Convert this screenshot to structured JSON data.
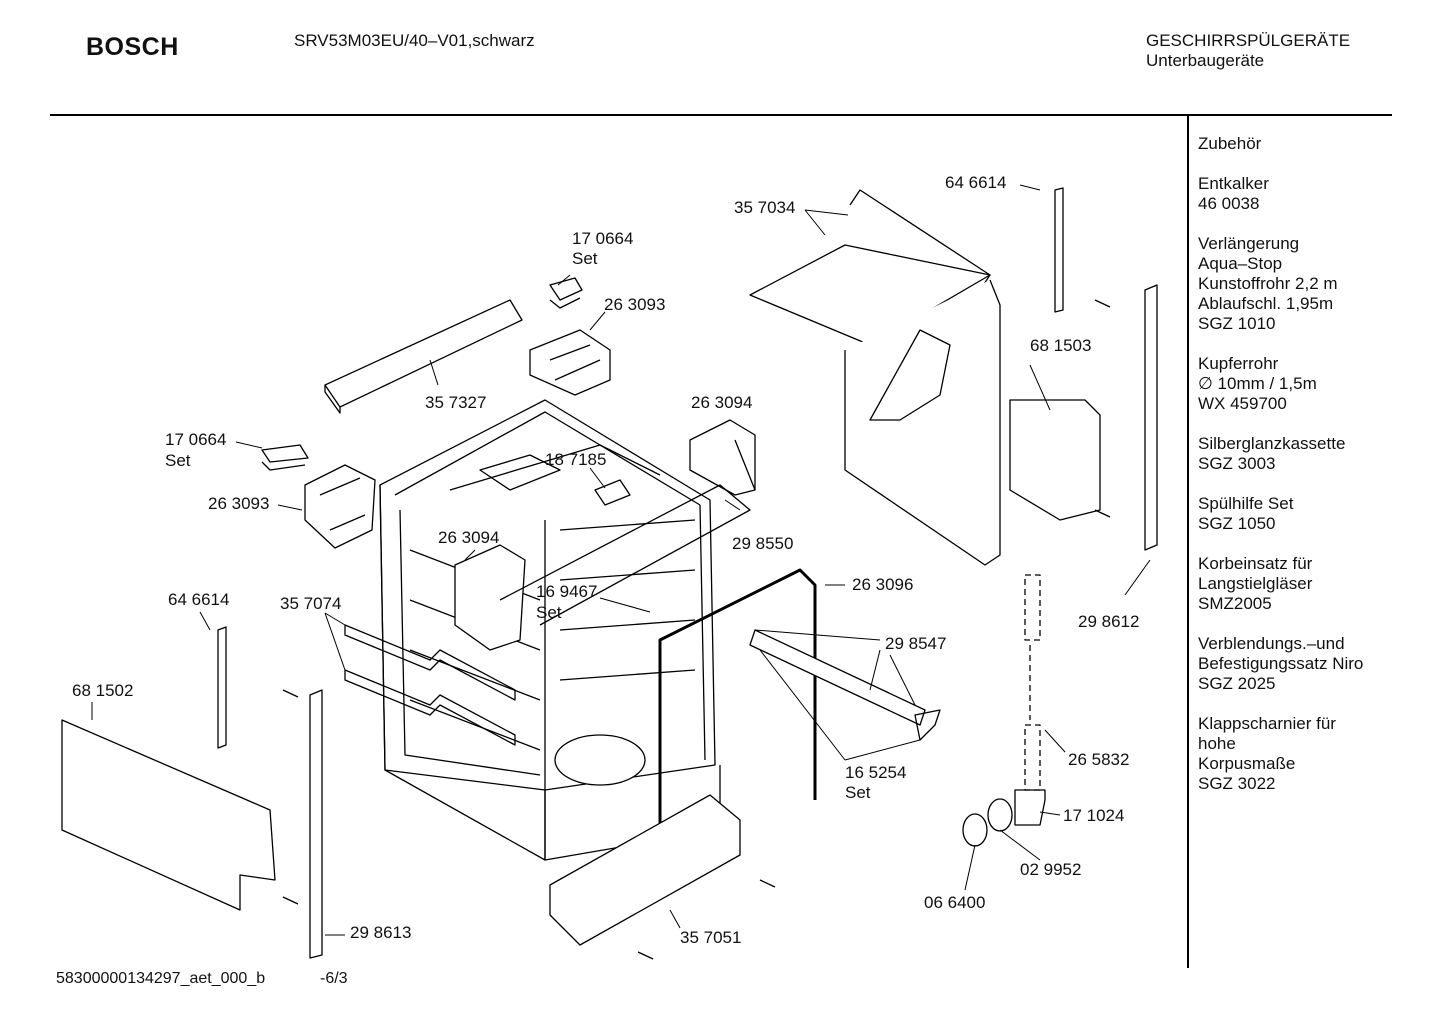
{
  "header": {
    "brand": "BOSCH",
    "model": "SRV53M03EU/40–V01,schwarz",
    "category_line1": "GESCHIRRSPÜLGERÄTE",
    "category_line2": "Unterbaugeräte"
  },
  "accessories": [
    [
      "Zubehör"
    ],
    [
      "Entkalker",
      "46 0038"
    ],
    [
      "Verlängerung",
      "Aqua–Stop",
      "Kunstoffrohr 2,2 m",
      "Ablaufschl. 1,95m",
      "SGZ 1010"
    ],
    [
      "Kupferrohr",
      "∅ 10mm / 1,5m",
      "WX 459700"
    ],
    [
      "Silberglanzkassette",
      "SGZ 3003"
    ],
    [
      "Spülhilfe Set",
      "SGZ 1050"
    ],
    [
      "Korbeinsatz für",
      "Langstielgläser",
      "SMZ2005"
    ],
    [
      "Verblendungs.–und",
      "Befestigungssatz Niro",
      "SGZ 2025"
    ],
    [
      "Klappscharnier für",
      "hohe",
      "Korpusmaße",
      "SGZ 3022"
    ]
  ],
  "parts": {
    "p646614_top": "64 6614",
    "p357034": "35 7034",
    "p170664_top": "17 0664",
    "set_label": "Set",
    "p263093_top": "26 3093",
    "p357327": "35 7327",
    "p263094_top": "26 3094",
    "p170664_left": "17 0664",
    "p187185": "18 7185",
    "p263093_left": "26 3093",
    "p263094_mid": "26 3094",
    "p298550": "29 8550",
    "p681503": "68 1503",
    "p169467": "16 9467",
    "p263096": "26 3096",
    "p646614_left": "64 6614",
    "p357074": "35 7074",
    "p298547": "29 8547",
    "p298612": "29 8612",
    "p681502": "68 1502",
    "p165254": "16 5254",
    "p265832": "26 5832",
    "p171024": "17 1024",
    "p029952": "02 9952",
    "p066400": "06 6400",
    "p298613": "29 8613",
    "p357051": "35 7051"
  },
  "footer": {
    "code": "58300000134297_aet_000_b",
    "page": "-6/3"
  }
}
